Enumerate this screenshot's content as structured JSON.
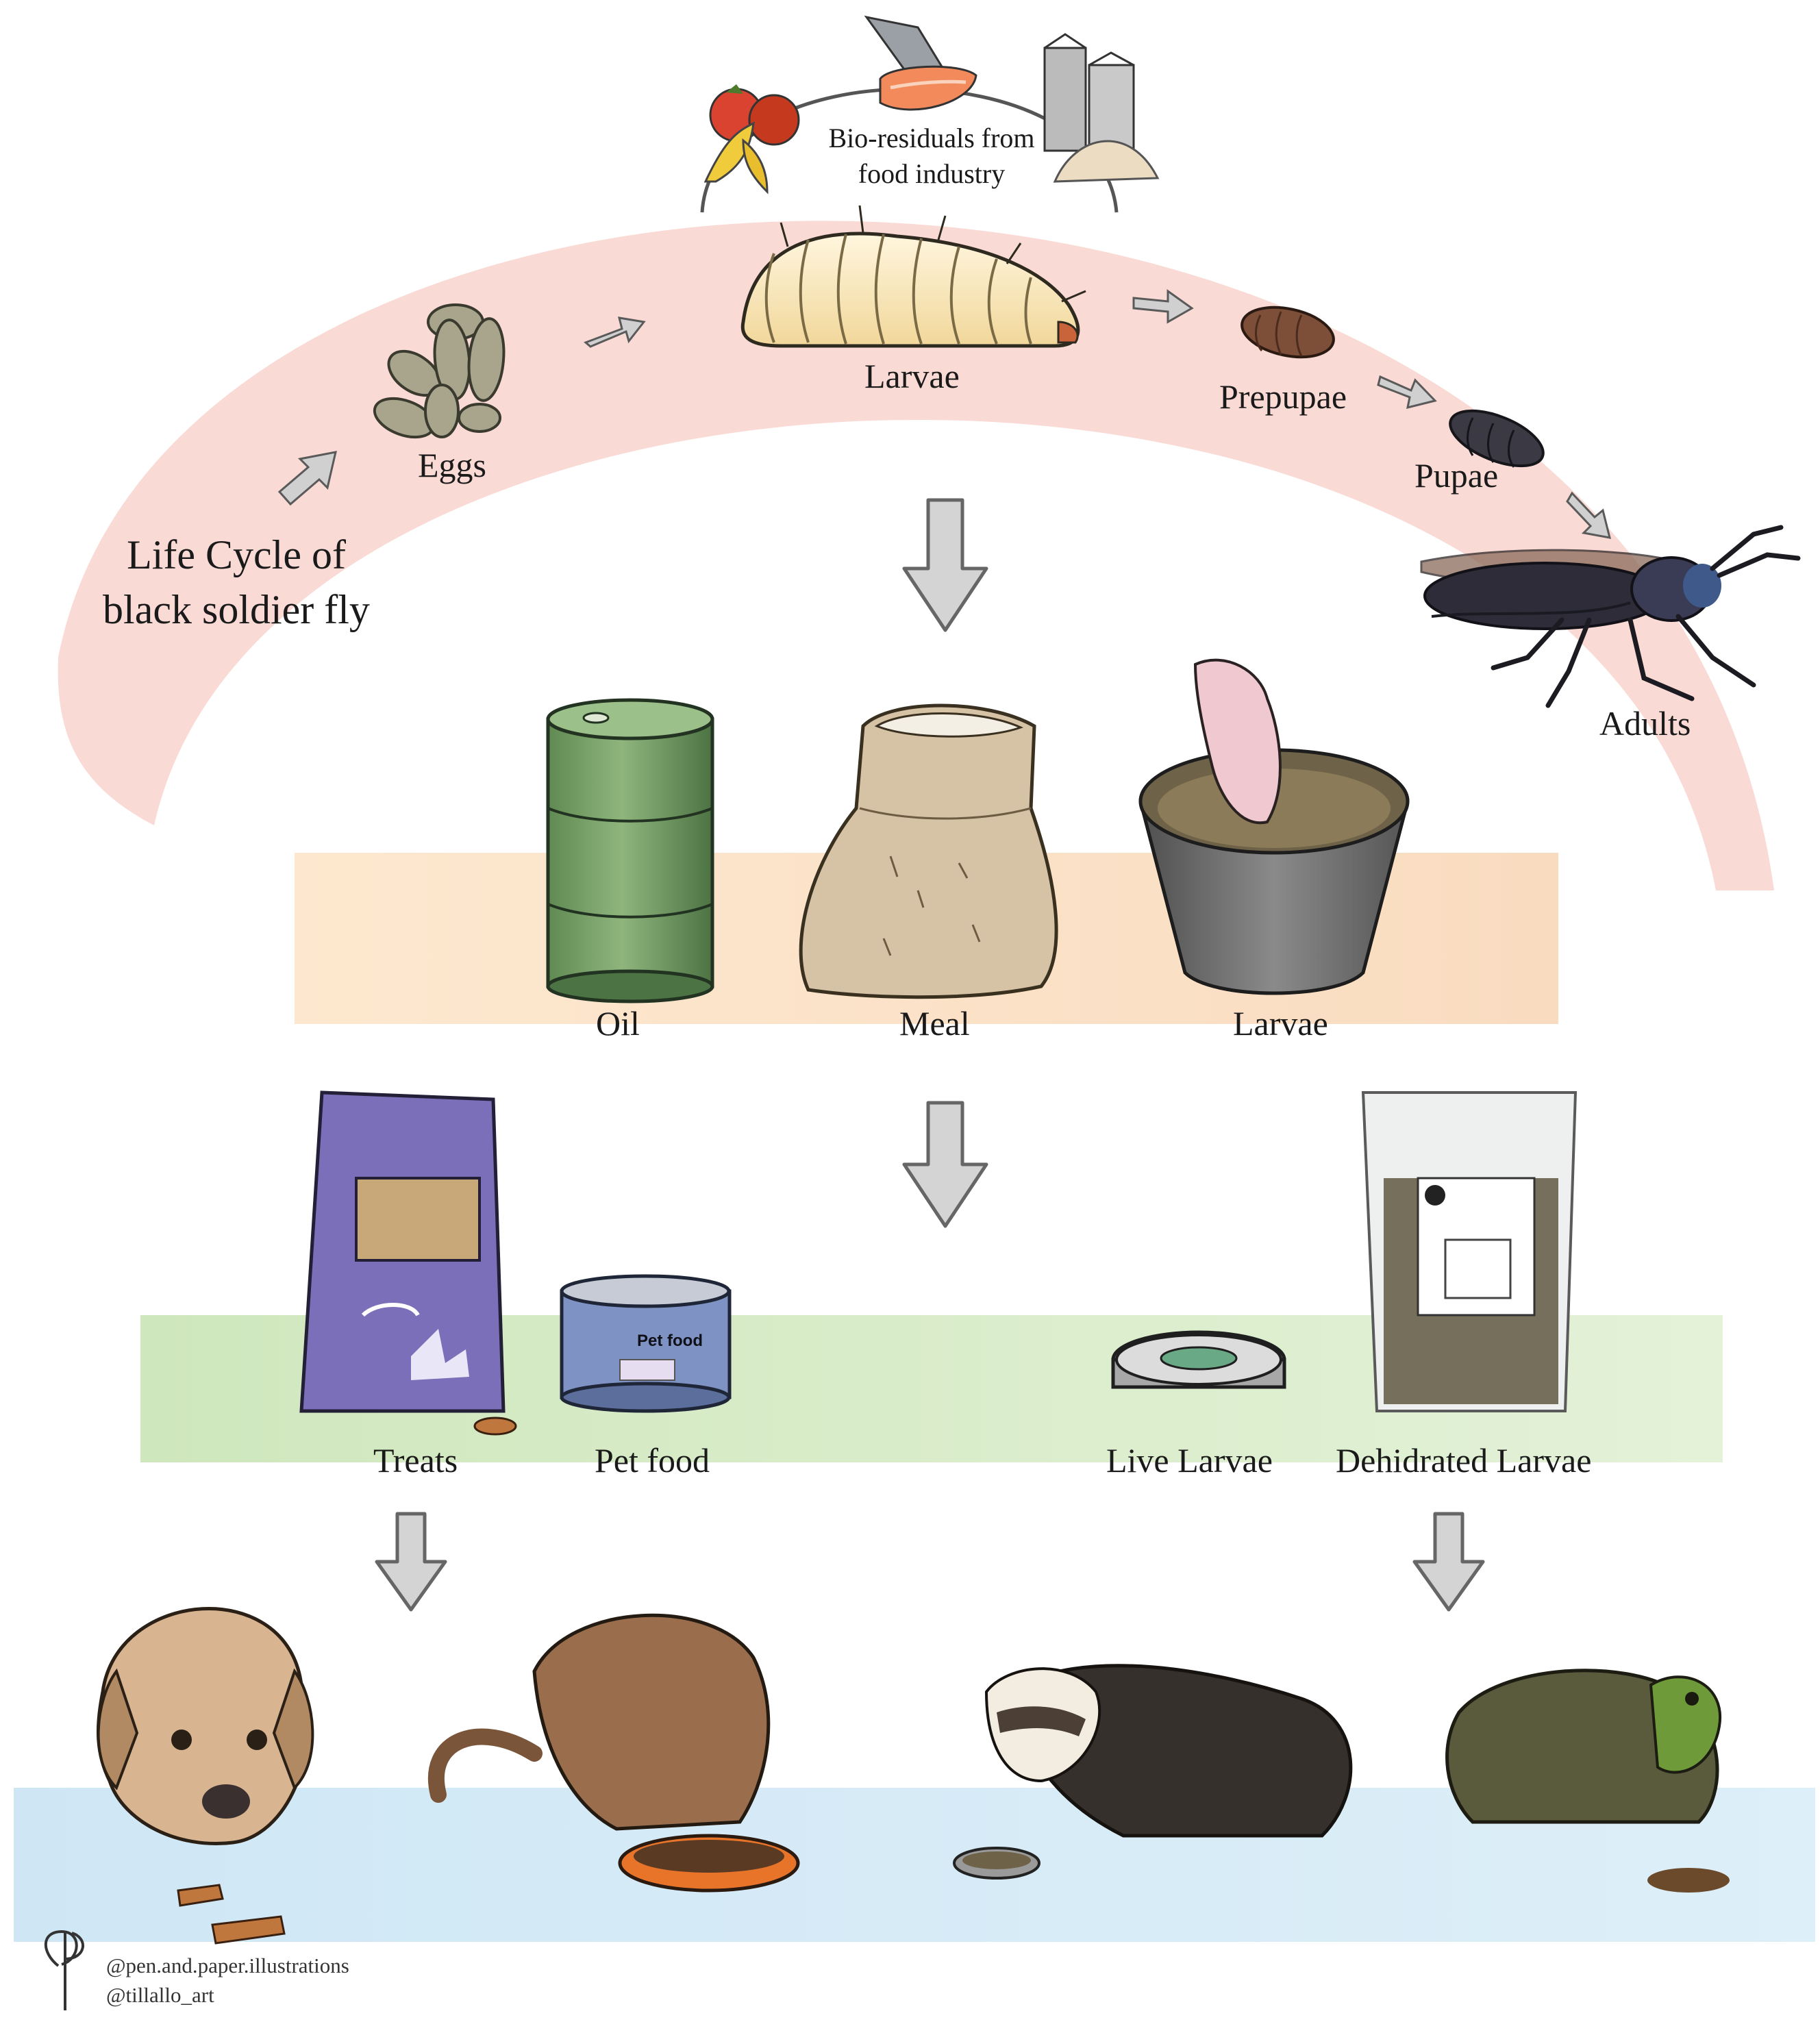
{
  "diagram": {
    "title_line1": "Life Cycle of",
    "title_line2": "black soldier fly",
    "source": {
      "line1": "Bio-residuals from",
      "line2": "food industry"
    },
    "life_stages": {
      "eggs": "Eggs",
      "larvae": "Larvae",
      "prepupae": "Prepupae",
      "pupae": "Pupae",
      "adults": "Adults"
    },
    "products": {
      "oil": "Oil",
      "meal": "Meal",
      "larvae": "Larvae"
    },
    "pet_products": {
      "treats": "Treats",
      "pet_food": "Pet food",
      "live_larvae": "Live Larvae",
      "dehydrated_larvae": "Dehidrated Larvae"
    },
    "can_label": "Pet food",
    "credits": {
      "line1": "@pen.and.paper.illustrations",
      "line2": "@tillallo_art"
    }
  },
  "colors": {
    "arc": "#f9d3ce",
    "band_products": "#fbe2c4",
    "band_pet": "#d8ecc8",
    "band_animals": "#d7ebf6",
    "arrow_fill": "#d4d4d4",
    "arrow_stroke": "#666666"
  }
}
